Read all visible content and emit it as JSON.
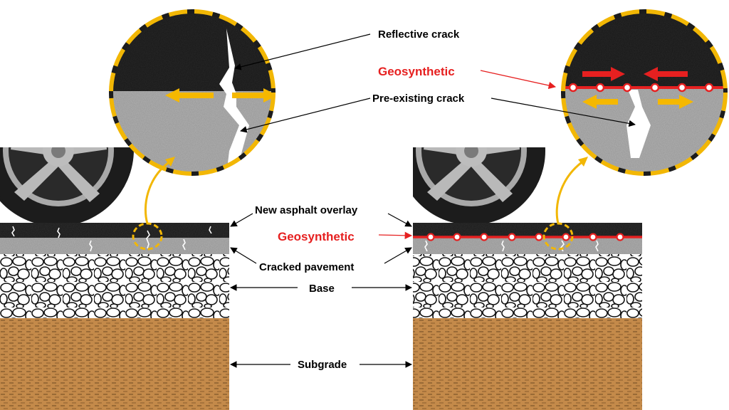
{
  "labels": {
    "reflective_crack": "Reflective crack",
    "geosynthetic_top": "Geosynthetic",
    "pre_existing_crack": "Pre-existing crack",
    "new_asphalt_overlay": "New asphalt overlay",
    "geosynthetic_mid": "Geosynthetic",
    "cracked_pavement": "Cracked pavement",
    "base": "Base",
    "subgrade": "Subgrade"
  },
  "colors": {
    "geosynthetic": "#e62020",
    "stress_arrow": "#f5b800",
    "magnifier_ring": "#f2b705",
    "asphalt": "#2b2b2b",
    "old_pavement": "#9a9a9a",
    "base_fill": "#ffffff",
    "subgrade": "#c48a4a",
    "tire": "#1c1c1c",
    "wheel": "#a9a9a9"
  }
}
